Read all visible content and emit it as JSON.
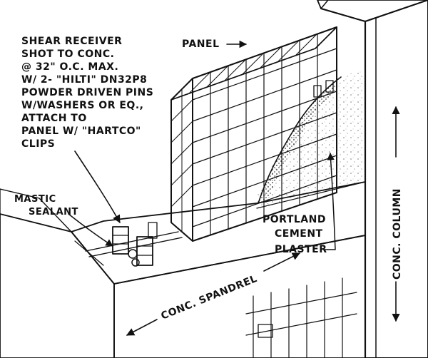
{
  "labels": {
    "shear_receiver": [
      "SHEAR RECEIVER",
      "SHOT TO CONC.",
      "@ 32\" O.C. MAX.",
      "W/ 2- \"HILTI\" DN32P8",
      "POWDER DRIVEN PINS",
      "W/WASHERS OR EQ.,",
      "ATTACH TO",
      "PANEL W/ \"HARTCO\"",
      "CLIPS"
    ],
    "panel": "PANEL",
    "mastic_sealant": [
      "MASTIC",
      "SEALANT"
    ],
    "portland_cement_plaster": [
      "PORTLAND",
      "CEMENT",
      "PLASTER"
    ],
    "conc_spandrel": "CONC. SPANDREL",
    "conc_column": "CONC. COLUMN"
  }
}
